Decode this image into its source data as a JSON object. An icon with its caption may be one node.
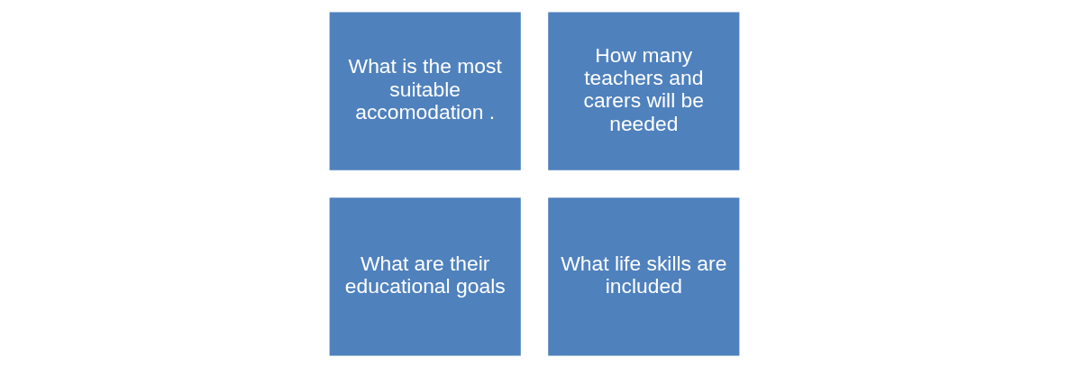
{
  "diagram": {
    "nodes": [
      {
        "text": [
          "What is the most suitable accomodation ."
        ]
      },
      {
        "text": [
          "How many teachers and carers will be needed"
        ]
      },
      {
        "text": [
          "What are their educational goals"
        ]
      },
      {
        "text": [
          "What life skills are included"
        ]
      }
    ]
  }
}
